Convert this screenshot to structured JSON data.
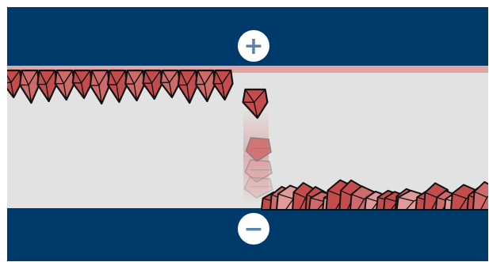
{
  "scene": {
    "title": "",
    "colors": {
      "electrode": "#003a6b",
      "electrolyte": "#e2e2e2",
      "deposit_layer": "#e2a5a5",
      "crystal_dark": "#c44c4c",
      "crystal_mid": "#cf6a6a",
      "crystal_light": "#e09a9a",
      "crystal_outline": "#111111",
      "terminal_fill": "#ffffff",
      "terminal_symbol": "#5a81a7"
    }
  },
  "positive_electrode": {
    "terminal_symbol": "+",
    "crystal_count": 13
  },
  "negative_electrode": {
    "terminal_symbol": "−",
    "crystal_count": 22
  },
  "migrating_ion": {
    "shape": "crystal-icon",
    "trail_steps": 3
  }
}
